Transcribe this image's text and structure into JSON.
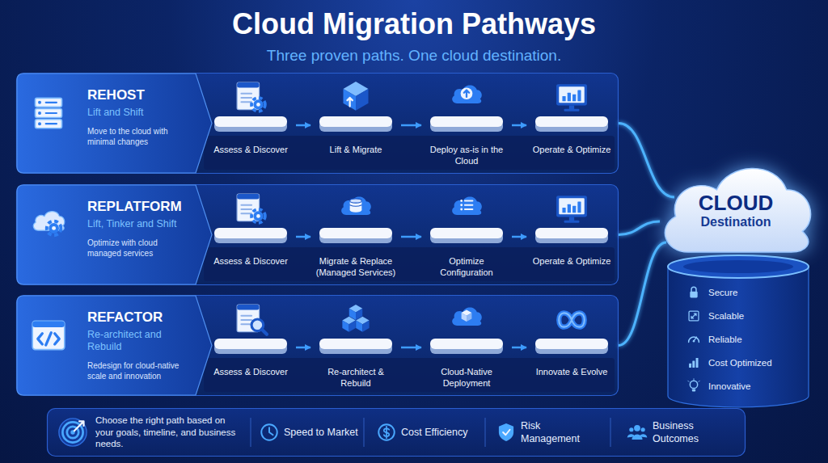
{
  "diagram": {
    "title": "Cloud Migration Pathways",
    "nodes": [
      {
        "text": [
          "REHOST",
          "Lift and Shift",
          "Move to the cloud with minimal changes"
        ]
      },
      {
        "text": [
          "Assess & Discover"
        ],
        "in": 0
      },
      {
        "text": [
          "Lift & Migrate"
        ],
        "in": 0
      },
      {
        "text": [
          "Deploy as-is in the Cloud"
        ],
        "in": 0
      },
      {
        "text": [
          "Operate & Optimize"
        ],
        "in": 0
      },
      {
        "text": [
          "REPLATFORM",
          "Lift, Tinker and Shift",
          "Optimize with cloud managed services"
        ]
      },
      {
        "text": [
          "Assess & Discover"
        ],
        "in": 5
      },
      {
        "text": [
          "Migrate & Replace (Managed Services)"
        ],
        "in": 5
      },
      {
        "text": [
          "Optimize Configuration"
        ],
        "in": 5
      },
      {
        "text": [
          "Operate & Optimize"
        ],
        "in": 5
      },
      {
        "text": [
          "REFACTOR",
          "Re-architect and Rebuild",
          "Redesign for cloud-native scale and innovation"
        ]
      },
      {
        "text": [
          "Assess & Discover"
        ],
        "in": 10
      },
      {
        "text": [
          "Re-architect & Rebuild"
        ],
        "in": 10
      },
      {
        "text": [
          "Cloud-Native Deployment"
        ],
        "in": 10
      },
      {
        "text": [
          "Innovate & Evolve"
        ],
        "in": 10
      },
      {
        "text": [
          "CLOUD",
          "Destination"
        ]
      },
      {
        "text": [
          "Secure",
          "Scalable",
          "Reliable",
          "Cost Optimized",
          "Innovative"
        ]
      },
      {
        "text": [
          "Choose the right path based on your goals, timeline, and business needs.",
          "Speed to Market",
          "Cost Efficiency",
          "Risk Management",
          "Business Outcomes"
        ]
      }
    ],
    "edges": [
      {
        "from": 1,
        "to": 2,
        "arrow": "to"
      },
      {
        "from": 2,
        "to": 3,
        "arrow": "to"
      },
      {
        "from": 3,
        "to": 4,
        "arrow": "to"
      },
      {
        "from": 6,
        "to": 7,
        "arrow": "to"
      },
      {
        "from": 7,
        "to": 8,
        "arrow": "to"
      },
      {
        "from": 8,
        "to": 9,
        "arrow": "to"
      },
      {
        "from": 11,
        "to": 12,
        "arrow": "to"
      },
      {
        "from": 12,
        "to": 13,
        "arrow": "to"
      },
      {
        "from": 13,
        "to": 14,
        "arrow": "to"
      },
      {
        "from": 0,
        "to": 15,
        "arrow": "none"
      },
      {
        "from": 5,
        "to": 15,
        "arrow": "none"
      },
      {
        "from": 10,
        "to": 15,
        "arrow": "none"
      }
    ],
    "labels": [
      "Three proven paths. One cloud destination."
    ]
  }
}
